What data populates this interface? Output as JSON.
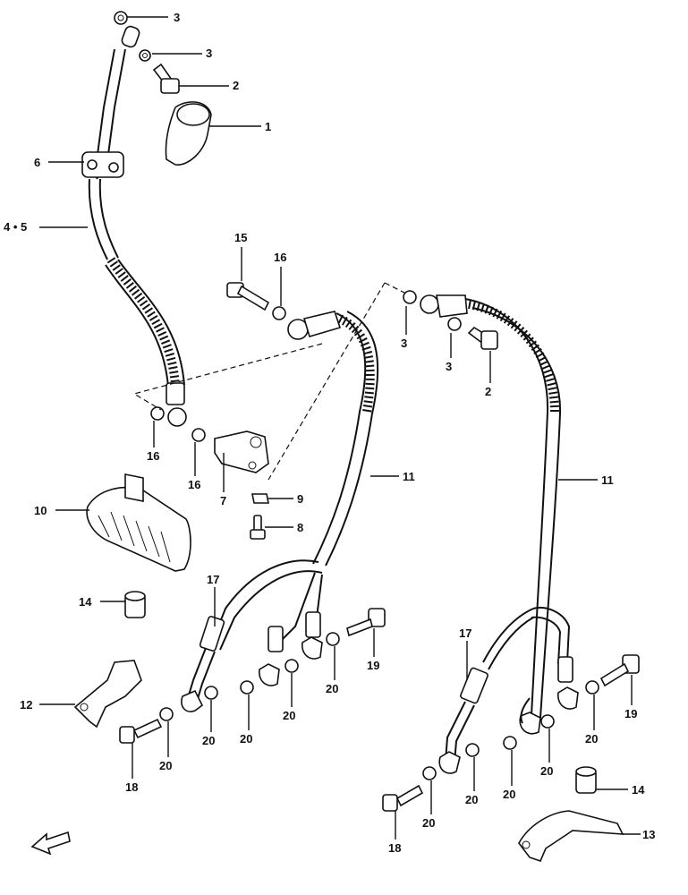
{
  "callouts": {
    "c1": "1",
    "c2a": "2",
    "c2b": "2",
    "c3a": "3",
    "c3b": "3",
    "c3c": "3",
    "c3d": "3",
    "c45": "4 • 5",
    "c6": "6",
    "c7": "7",
    "c8": "8",
    "c9": "9",
    "c10": "10",
    "c11a": "11",
    "c11b": "11",
    "c12": "12",
    "c13": "13",
    "c14a": "14",
    "c14b": "14",
    "c15": "15",
    "c16a": "16",
    "c16b": "16",
    "c16c": "16",
    "c17a": "17",
    "c17b": "17",
    "c18a": "18",
    "c18b": "18",
    "c19a": "19",
    "c19b": "19",
    "c20a": "20",
    "c20b": "20",
    "c20c": "20",
    "c20d": "20",
    "c20e": "20",
    "c20f": "20",
    "c20g": "20",
    "c20h": "20",
    "c20i": "20",
    "c20j": "20"
  },
  "icons": {
    "front_arrow": "arrow-left-icon"
  }
}
